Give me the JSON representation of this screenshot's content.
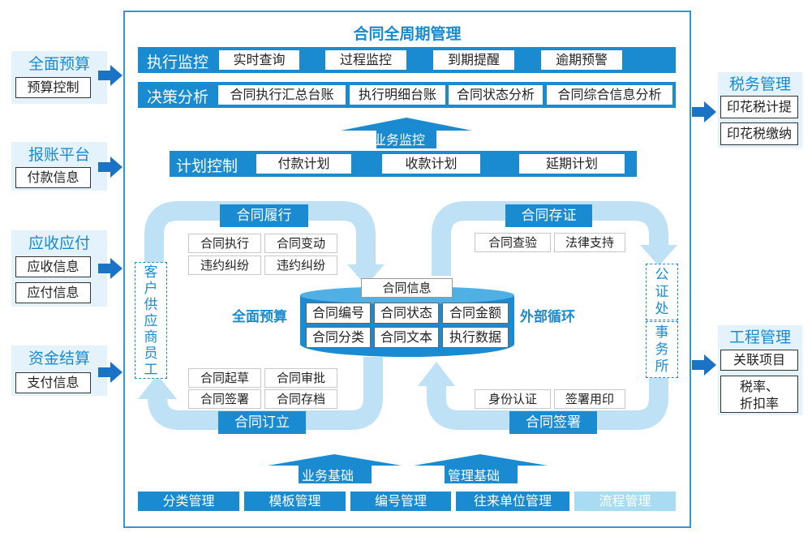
{
  "title": "合同全周期管理",
  "left": [
    {
      "title": "全面预算",
      "items": [
        "预算控制"
      ]
    },
    {
      "title": "报账平台",
      "items": [
        "付款信息"
      ]
    },
    {
      "title": "应收应付",
      "items": [
        "应收信息",
        "应付信息"
      ]
    },
    {
      "title": "资金结算",
      "items": [
        "支付信息"
      ]
    }
  ],
  "right": [
    {
      "title": "税务管理",
      "items": [
        "印花税计提",
        "印花税缴纳"
      ]
    },
    {
      "title": "工程管理",
      "items": [
        "关联项目",
        "税率、",
        "折扣率"
      ]
    }
  ],
  "exec_monitor": {
    "label": "执行监控",
    "items": [
      "实时查询",
      "过程监控",
      "到期提醒",
      "逾期预警"
    ]
  },
  "decision": {
    "label": "决策分析",
    "items": [
      "合同执行汇总台账",
      "执行明细台账",
      "合同状态分析",
      "合同综合信息分析"
    ]
  },
  "biz_monitor": "业务监控",
  "plan": {
    "label": "计划控制",
    "items": [
      "付款计划",
      "收款计划",
      "延期计划"
    ]
  },
  "cycle": {
    "perform": {
      "label": "合同履行",
      "items": [
        "合同执行",
        "合同变动",
        "违约纠纷",
        "违约纠纷"
      ]
    },
    "evidence": {
      "label": "合同存证",
      "items": [
        "合同查验",
        "法律支持"
      ]
    },
    "establish": {
      "label": "合同订立",
      "items": [
        "合同起草",
        "合同审批",
        "合同签署",
        "合同存档"
      ]
    },
    "sign": {
      "label": "合同签署",
      "items": [
        "身份认证",
        "签署用印"
      ]
    }
  },
  "left_party": [
    "客",
    "户",
    "供",
    "应",
    "商",
    "员",
    "工"
  ],
  "right_party_top": [
    "公",
    "证",
    "处"
  ],
  "right_party_bottom": [
    "事",
    "务",
    "所"
  ],
  "center": {
    "left_text": "全面预算",
    "right_text": "外部循环",
    "header": "合同信息",
    "cells": [
      "合同编号",
      "合同状态",
      "合同金额",
      "合同分类",
      "合同文本",
      "执行数据"
    ]
  },
  "foundation": [
    "业务基础",
    "管理基础"
  ],
  "bottom": [
    "分类管理",
    "模板管理",
    "编号管理",
    "往来单位管理",
    "流程管理"
  ],
  "colors": {
    "primary": "#1a8bd0",
    "light": "#bfe1f5",
    "pale": "#e3f2fb",
    "bottom_light": "#a9dcf3"
  }
}
